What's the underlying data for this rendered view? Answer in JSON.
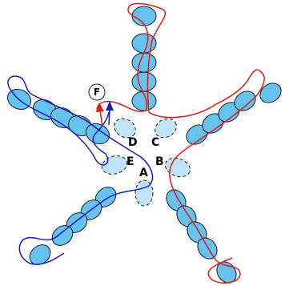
{
  "labels": {
    "a": "A",
    "b": "B",
    "c": "C",
    "d": "D",
    "e": "E",
    "f": "F"
  },
  "colors": {
    "bead_fill": "#66c2ee",
    "inner_fill": "#bfe4f7",
    "outline": "#1a1a1a",
    "red_chain": "#e41a1a",
    "blue_chain": "#1a1acc"
  }
}
